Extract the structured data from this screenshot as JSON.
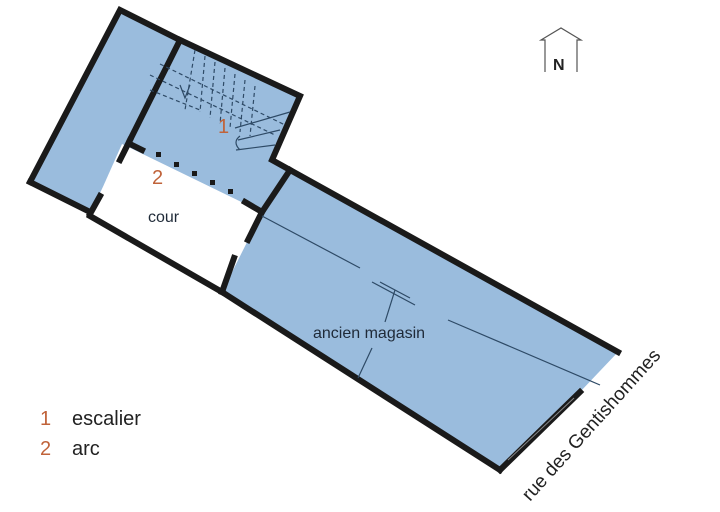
{
  "plan": {
    "rooms": {
      "courtyard": "cour",
      "shop": "ancien magasin"
    },
    "markers": {
      "stair": "1",
      "arch": "2"
    },
    "street": "rue des Gentishommes",
    "north": "N"
  },
  "legend": {
    "items": [
      {
        "num": "1",
        "label": "escalier"
      },
      {
        "num": "2",
        "label": "arc"
      }
    ]
  },
  "colors": {
    "room_fill": "#9ABCDD",
    "wall": "#1a1a1a",
    "marker": "#c0633a"
  }
}
